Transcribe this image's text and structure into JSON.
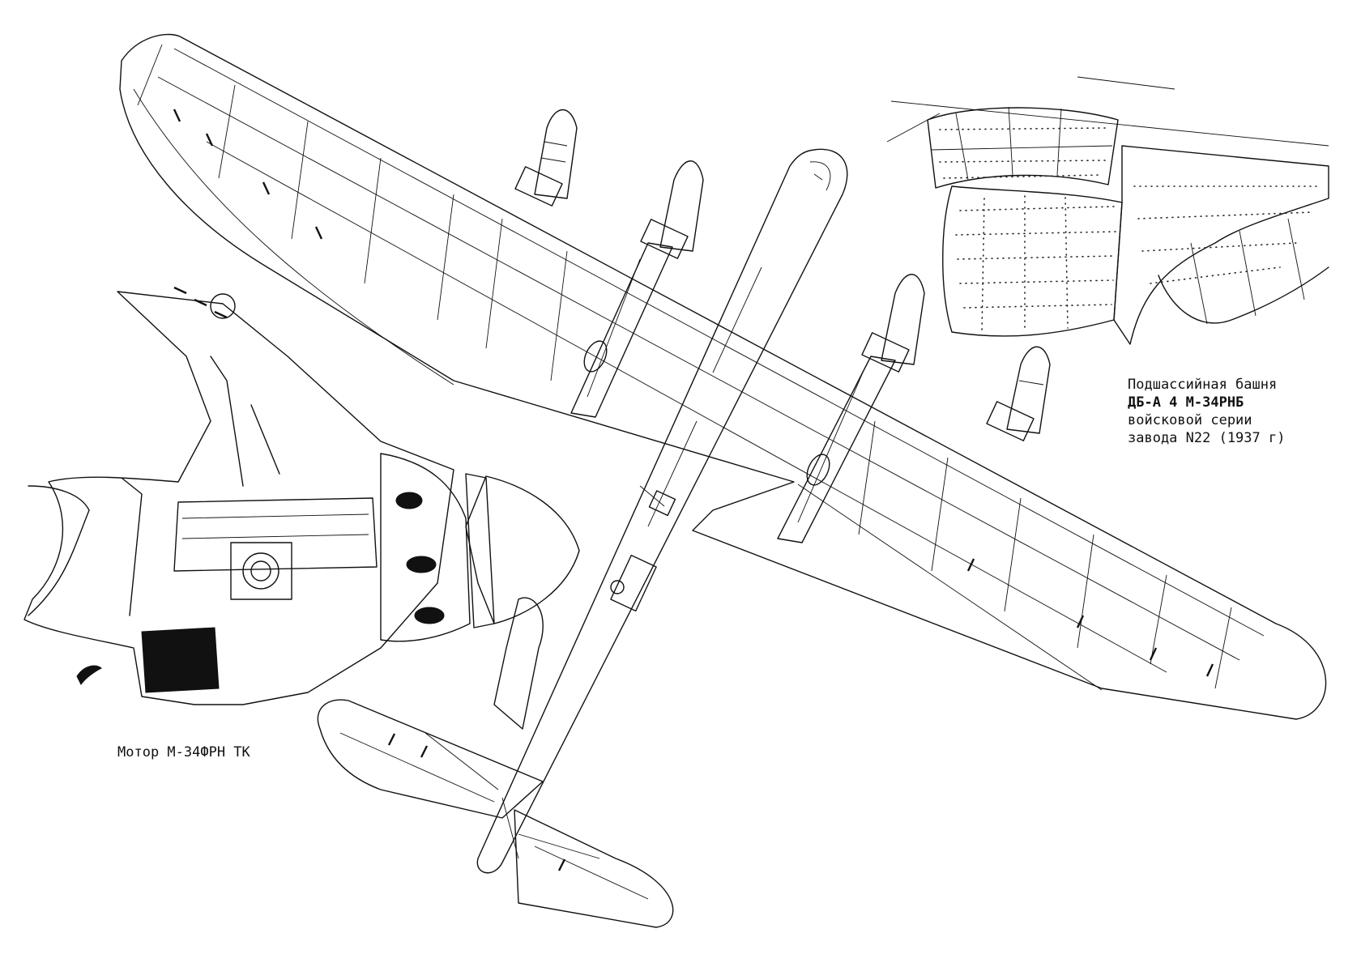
{
  "turret_caption": {
    "line1": "Подшассийная башня",
    "line2": "ДБ-А 4 М-34РНБ",
    "line3": "войсковой серии",
    "line4": "завода N22 (1937 г)"
  },
  "engine_caption": "Мотор М-34ФРН ТК"
}
